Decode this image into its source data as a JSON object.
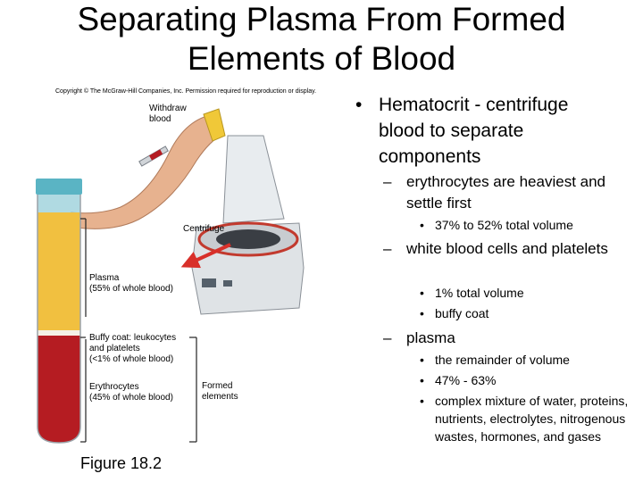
{
  "title": {
    "line1": "Separating Plasma From Formed",
    "line2": "Elements of Blood"
  },
  "figure": {
    "copyright": "Copyright © The McGraw-Hill Companies, Inc. Permission required for reproduction or display.",
    "withdraw": {
      "line1": "Withdraw",
      "line2": "blood"
    },
    "centrifuge": "Centrifuge",
    "plasma": {
      "line1": "Plasma",
      "line2": "(55% of whole blood)"
    },
    "buffy": {
      "line1": "Buffy coat: leukocytes",
      "line2": "and platelets",
      "line3": "(<1% of whole blood)"
    },
    "erythrocytes": {
      "line1": "Erythrocytes",
      "line2": "(45% of whole blood)"
    },
    "formed": {
      "line1": "Formed",
      "line2": "elements"
    },
    "caption": "Figure 18.2",
    "colors": {
      "plasma": "#f1c040",
      "rbc": "#b51c22",
      "cap": "#5ab4c4",
      "arrow": "#d8302a"
    }
  },
  "bullets": {
    "main": {
      "marker": "•",
      "text": "Hematocrit - centrifuge blood to separate components"
    },
    "items": [
      {
        "marker": "–",
        "text": "erythrocytes are heaviest and settle first",
        "subs": [
          {
            "marker": "•",
            "text": "37% to 52% total volume"
          }
        ]
      },
      {
        "marker": "–",
        "text": "white blood cells and platelets",
        "subs": [
          {
            "marker": "•",
            "text": "1% total volume"
          },
          {
            "marker": "•",
            "text": "buffy coat"
          }
        ]
      },
      {
        "marker": "–",
        "text": "plasma",
        "subs": [
          {
            "marker": "•",
            "text": "the remainder of volume"
          },
          {
            "marker": "•",
            "text": "47% - 63%"
          },
          {
            "marker": "•",
            "text": "complex mixture of water, proteins, nutrients, electrolytes, nitrogenous wastes, hormones, and gases"
          }
        ]
      }
    ]
  }
}
